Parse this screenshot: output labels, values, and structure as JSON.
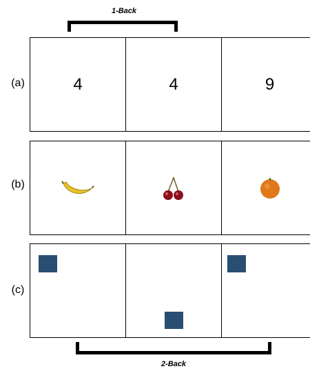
{
  "brackets": {
    "top_label": "1-Back",
    "bottom_label": "2-Back"
  },
  "rows": [
    {
      "label": "(a)",
      "items": [
        "4",
        "4",
        "9"
      ]
    },
    {
      "label": "(b)",
      "items": [
        "banana",
        "cherry",
        "orange"
      ]
    },
    {
      "label": "(c)",
      "items": [
        "square-top-left",
        "square-bottom-center",
        "square-top-left"
      ]
    }
  ],
  "colors": {
    "square": "#2a4d72",
    "banana": "#e7c22a",
    "cherry": "#8a0f1c",
    "orange": "#e0781a"
  }
}
